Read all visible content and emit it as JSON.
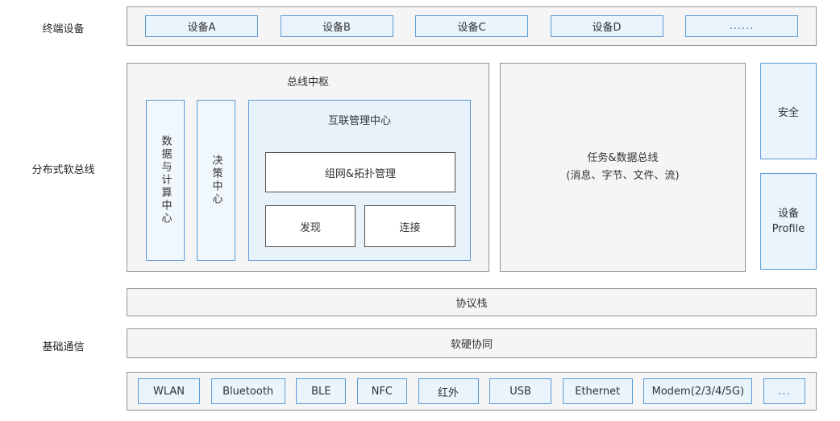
{
  "colors": {
    "blue_border": "#5b9bd5",
    "blue_fill": "#e9f4fc",
    "gray_fill": "#f5f5f5",
    "gray_border": "#949494",
    "dark_border": "#4d4d4d",
    "text": "#333333"
  },
  "row_labels": {
    "terminal": "终端设备",
    "softbus": "分布式软总线",
    "basic_comm": "基础通信"
  },
  "terminal_devices": [
    "设备A",
    "设备B",
    "设备C",
    "设备D",
    "......"
  ],
  "bus_hub": {
    "title": "总线中枢",
    "data_compute_center": "数据与计算中心",
    "decision_center": "决策中心",
    "interconnect": {
      "title": "互联管理中心",
      "networking": "组网&拓扑管理",
      "discovery": "发现",
      "connection": "连接"
    }
  },
  "task_data_bus": {
    "line1": "任务&数据总线",
    "line2": "(消息、字节、文件、流)"
  },
  "security": "安全",
  "device_profile": {
    "line1": "设备",
    "line2": "Profile"
  },
  "protocol_stack": "协议栈",
  "hw_sw_synergy": "软硬协同",
  "comm_techs": [
    "WLAN",
    "Bluetooth",
    "BLE",
    "NFC",
    "红外",
    "USB",
    "Ethernet",
    "Modem(2/3/4/5G)",
    "..."
  ]
}
